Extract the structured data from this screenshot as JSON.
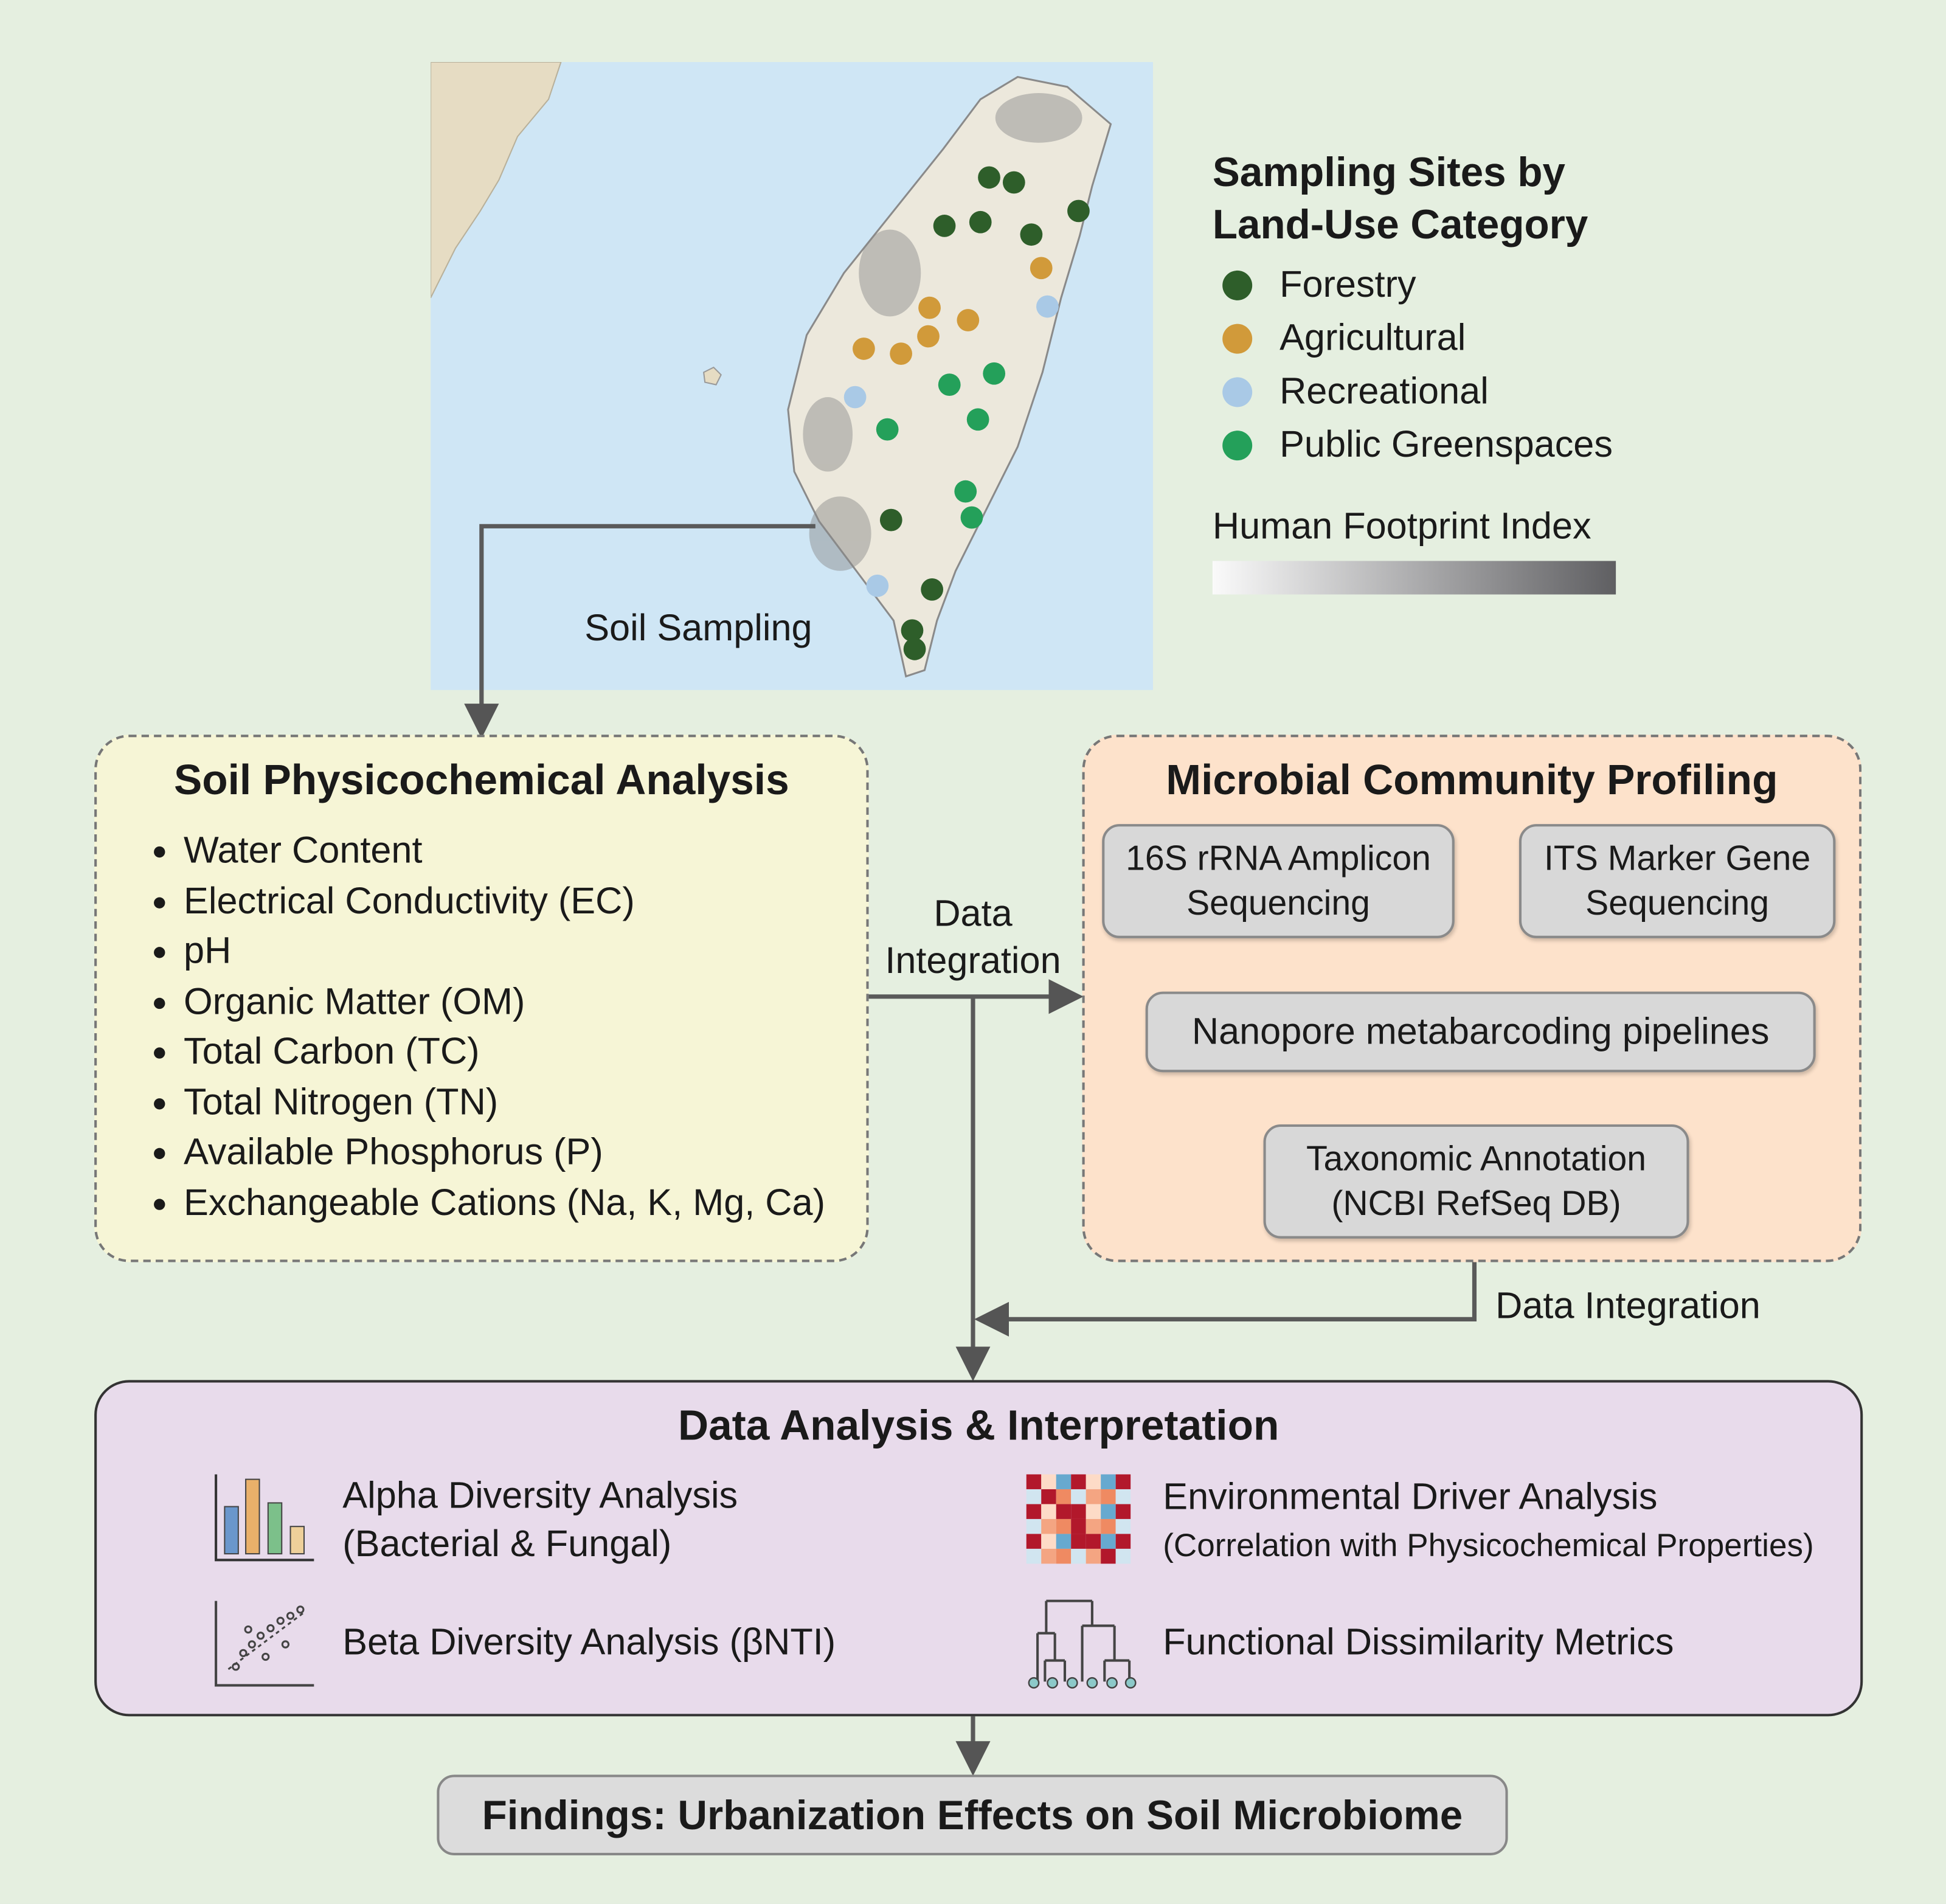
{
  "map": {
    "label": "Soil Sampling",
    "legend_title_line1": "Sampling Sites by",
    "legend_title_line2": "Land-Use Category",
    "categories": [
      {
        "name": "Forestry",
        "color": "#2e5e2a"
      },
      {
        "name": "Agricultural",
        "color": "#d19a3a"
      },
      {
        "name": "Recreational",
        "color": "#a9c9e6"
      },
      {
        "name": "Public Greenspaces",
        "color": "#24a05a"
      }
    ],
    "footprint_label": "Human Footprint Index"
  },
  "physicochemical": {
    "title": "Soil Physicochemical Analysis",
    "items": [
      "Water Content",
      "Electrical Conductivity (EC)",
      "pH",
      "Organic Matter (OM)",
      "Total Carbon (TC)",
      "Total Nitrogen (TN)",
      "Available Phosphorus (P)",
      "Exchangeable Cations (Na, K, Mg, Ca)"
    ]
  },
  "integration_label_1a": "Data",
  "integration_label_1b": "Integration",
  "integration_label_2": "Data Integration",
  "microbial": {
    "title": "Microbial Community Profiling",
    "seq16s_1": "16S rRNA Amplicon",
    "seq16s_2": "Sequencing",
    "its_1": "ITS Marker Gene",
    "its_2": "Sequencing",
    "nanopore": "Nanopore metabarcoding pipelines",
    "tax_1": "Taxonomic Annotation",
    "tax_2": "(NCBI RefSeq DB)"
  },
  "analysis": {
    "title": "Data Analysis & Interpretation",
    "alpha_1": "Alpha Diversity Analysis",
    "alpha_2": "(Bacterial & Fungal)",
    "beta": "Beta Diversity Analysis (βNTI)",
    "env_1": "Environmental Driver Analysis",
    "env_2": "(Correlation with Physicochemical Properties)",
    "func": "Functional Dissimilarity Metrics"
  },
  "findings": "Findings: Urbanization Effects on Soil Microbiome"
}
